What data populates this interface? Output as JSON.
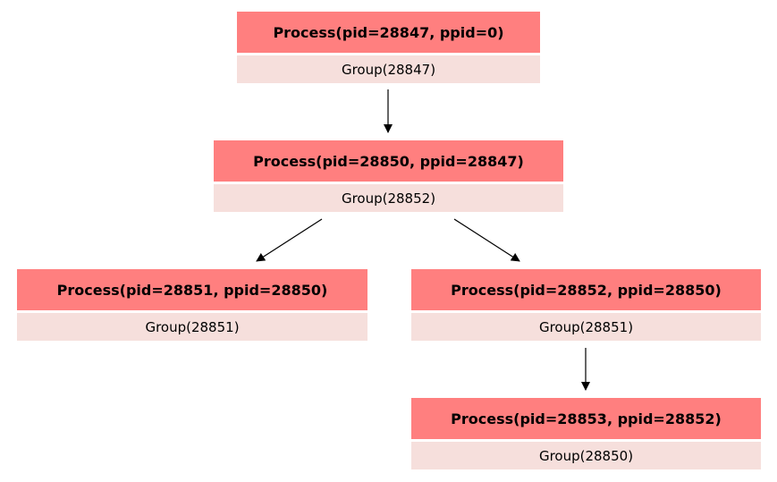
{
  "colors": {
    "header_fill": "#ff7f7f",
    "body_fill": "#f6dfdc",
    "edge": "#000000"
  },
  "nodes": {
    "root": {
      "title": "Process(pid=28847, ppid=0)",
      "group": "Group(28847)"
    },
    "mid": {
      "title": "Process(pid=28850, ppid=28847)",
      "group": "Group(28852)"
    },
    "left": {
      "title": "Process(pid=28851, ppid=28850)",
      "group": "Group(28851)"
    },
    "right": {
      "title": "Process(pid=28852, ppid=28850)",
      "group": "Group(28851)"
    },
    "bottom": {
      "title": "Process(pid=28853, ppid=28852)",
      "group": "Group(28850)"
    }
  },
  "edges": [
    {
      "from": "root",
      "to": "mid"
    },
    {
      "from": "mid",
      "to": "left"
    },
    {
      "from": "mid",
      "to": "right"
    },
    {
      "from": "right",
      "to": "bottom"
    }
  ]
}
